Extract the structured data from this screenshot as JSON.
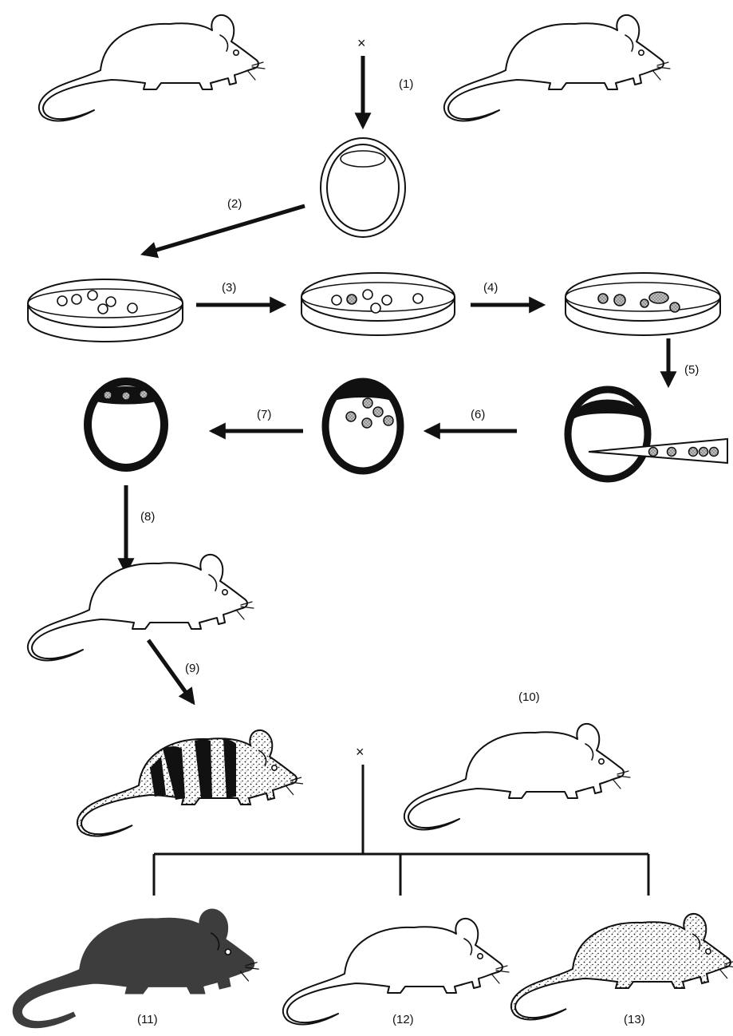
{
  "steps": {
    "s1": "(1)",
    "s2": "(2)",
    "s3": "(3)",
    "s4": "(4)",
    "s5": "(5)",
    "s6": "(6)",
    "s7": "(7)",
    "s8": "(8)",
    "s9": "(9)",
    "s10": "(10)",
    "s11": "(11)",
    "s12": "(12)",
    "s13": "(13)"
  },
  "cross_symbol": "×",
  "mouse_coats": [
    "white",
    "chimeric-striped",
    "dark",
    "speckled"
  ],
  "colors": {
    "ink": "#111111",
    "dark_mouse": "#3d3d3d",
    "cell_fill": "#9a9a9a"
  }
}
